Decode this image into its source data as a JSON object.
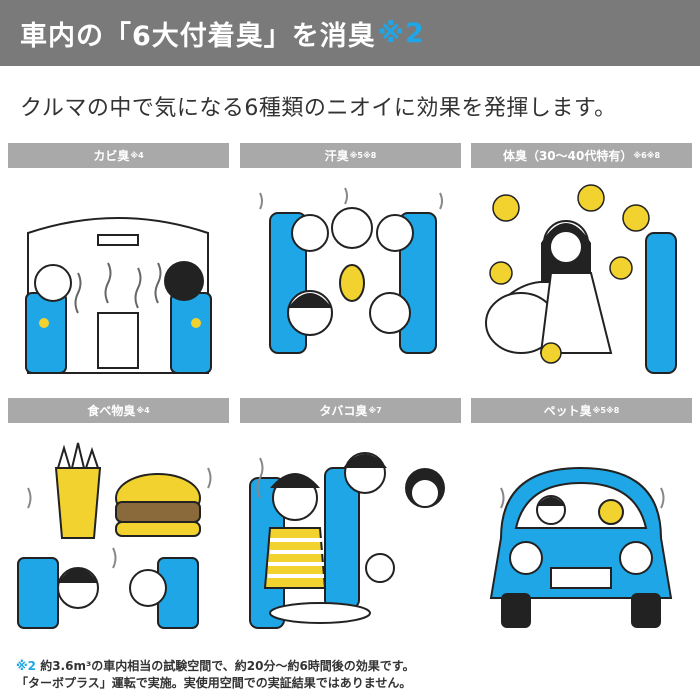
{
  "header": {
    "title": "車内の「6大付着臭」を消臭",
    "note": "※2"
  },
  "subtitle": "クルマの中で気になる6種類のニオイに効果を発揮します。",
  "panels": [
    {
      "label": "カビ臭",
      "note": "※4"
    },
    {
      "label": "汗臭",
      "note": "※5※8"
    },
    {
      "label": "体臭（30〜40代特有）",
      "note": "※6※8"
    },
    {
      "label": "食べ物臭",
      "note": "※4"
    },
    {
      "label": "タバコ臭",
      "note": "※7"
    },
    {
      "label": "ペット臭",
      "note": "※5※8"
    }
  ],
  "footer": {
    "mark": "※2",
    "line1": "約3.6m³の車内相当の試験空間で、約20分〜約6時間後の効果です。",
    "line2": "「ターボプラス」運転で実施。実使用空間での実証結果ではありません。"
  },
  "colors": {
    "accent": "#1ea6e6",
    "header_bg": "#7a7a7a",
    "label_bg": "#a9a9a9",
    "smell_yellow": "#f2d22e"
  }
}
